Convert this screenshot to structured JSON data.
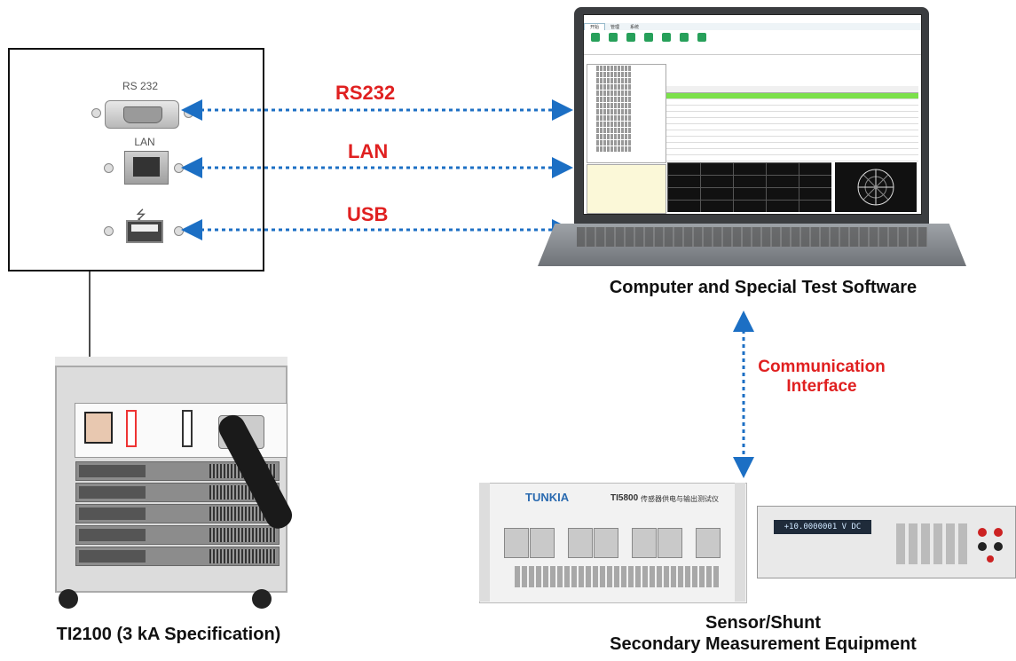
{
  "panel": {
    "ports": {
      "rs232": "RS 232",
      "lan": "LAN"
    }
  },
  "links": {
    "rs232": "RS232",
    "lan": "LAN",
    "usb": "USB",
    "communication": [
      "Communication",
      "Interface"
    ]
  },
  "captions": {
    "computer": "Computer and Special Test Software",
    "device": "TI2100 (3 kA Specification)",
    "secondary": [
      "Sensor/Shunt",
      "Secondary Measurement Equipment"
    ]
  },
  "rack": {
    "brand": "TUNKIA",
    "model": "TI5800",
    "name_cn": "传感器供电与输出测试仪"
  },
  "dmm": {
    "reading": "+10.0000001 V DC"
  },
  "colors": {
    "accent_red": "#e02020",
    "link_blue": "#1c6fc4"
  },
  "software": {
    "tabs": [
      "开始",
      "管理",
      "系统"
    ],
    "ribbon_icons": [
      "calibrate-icon",
      "task-icon",
      "report-icon",
      "template-icon",
      "channel-icon",
      "setting-icon",
      "comm-icon"
    ]
  }
}
